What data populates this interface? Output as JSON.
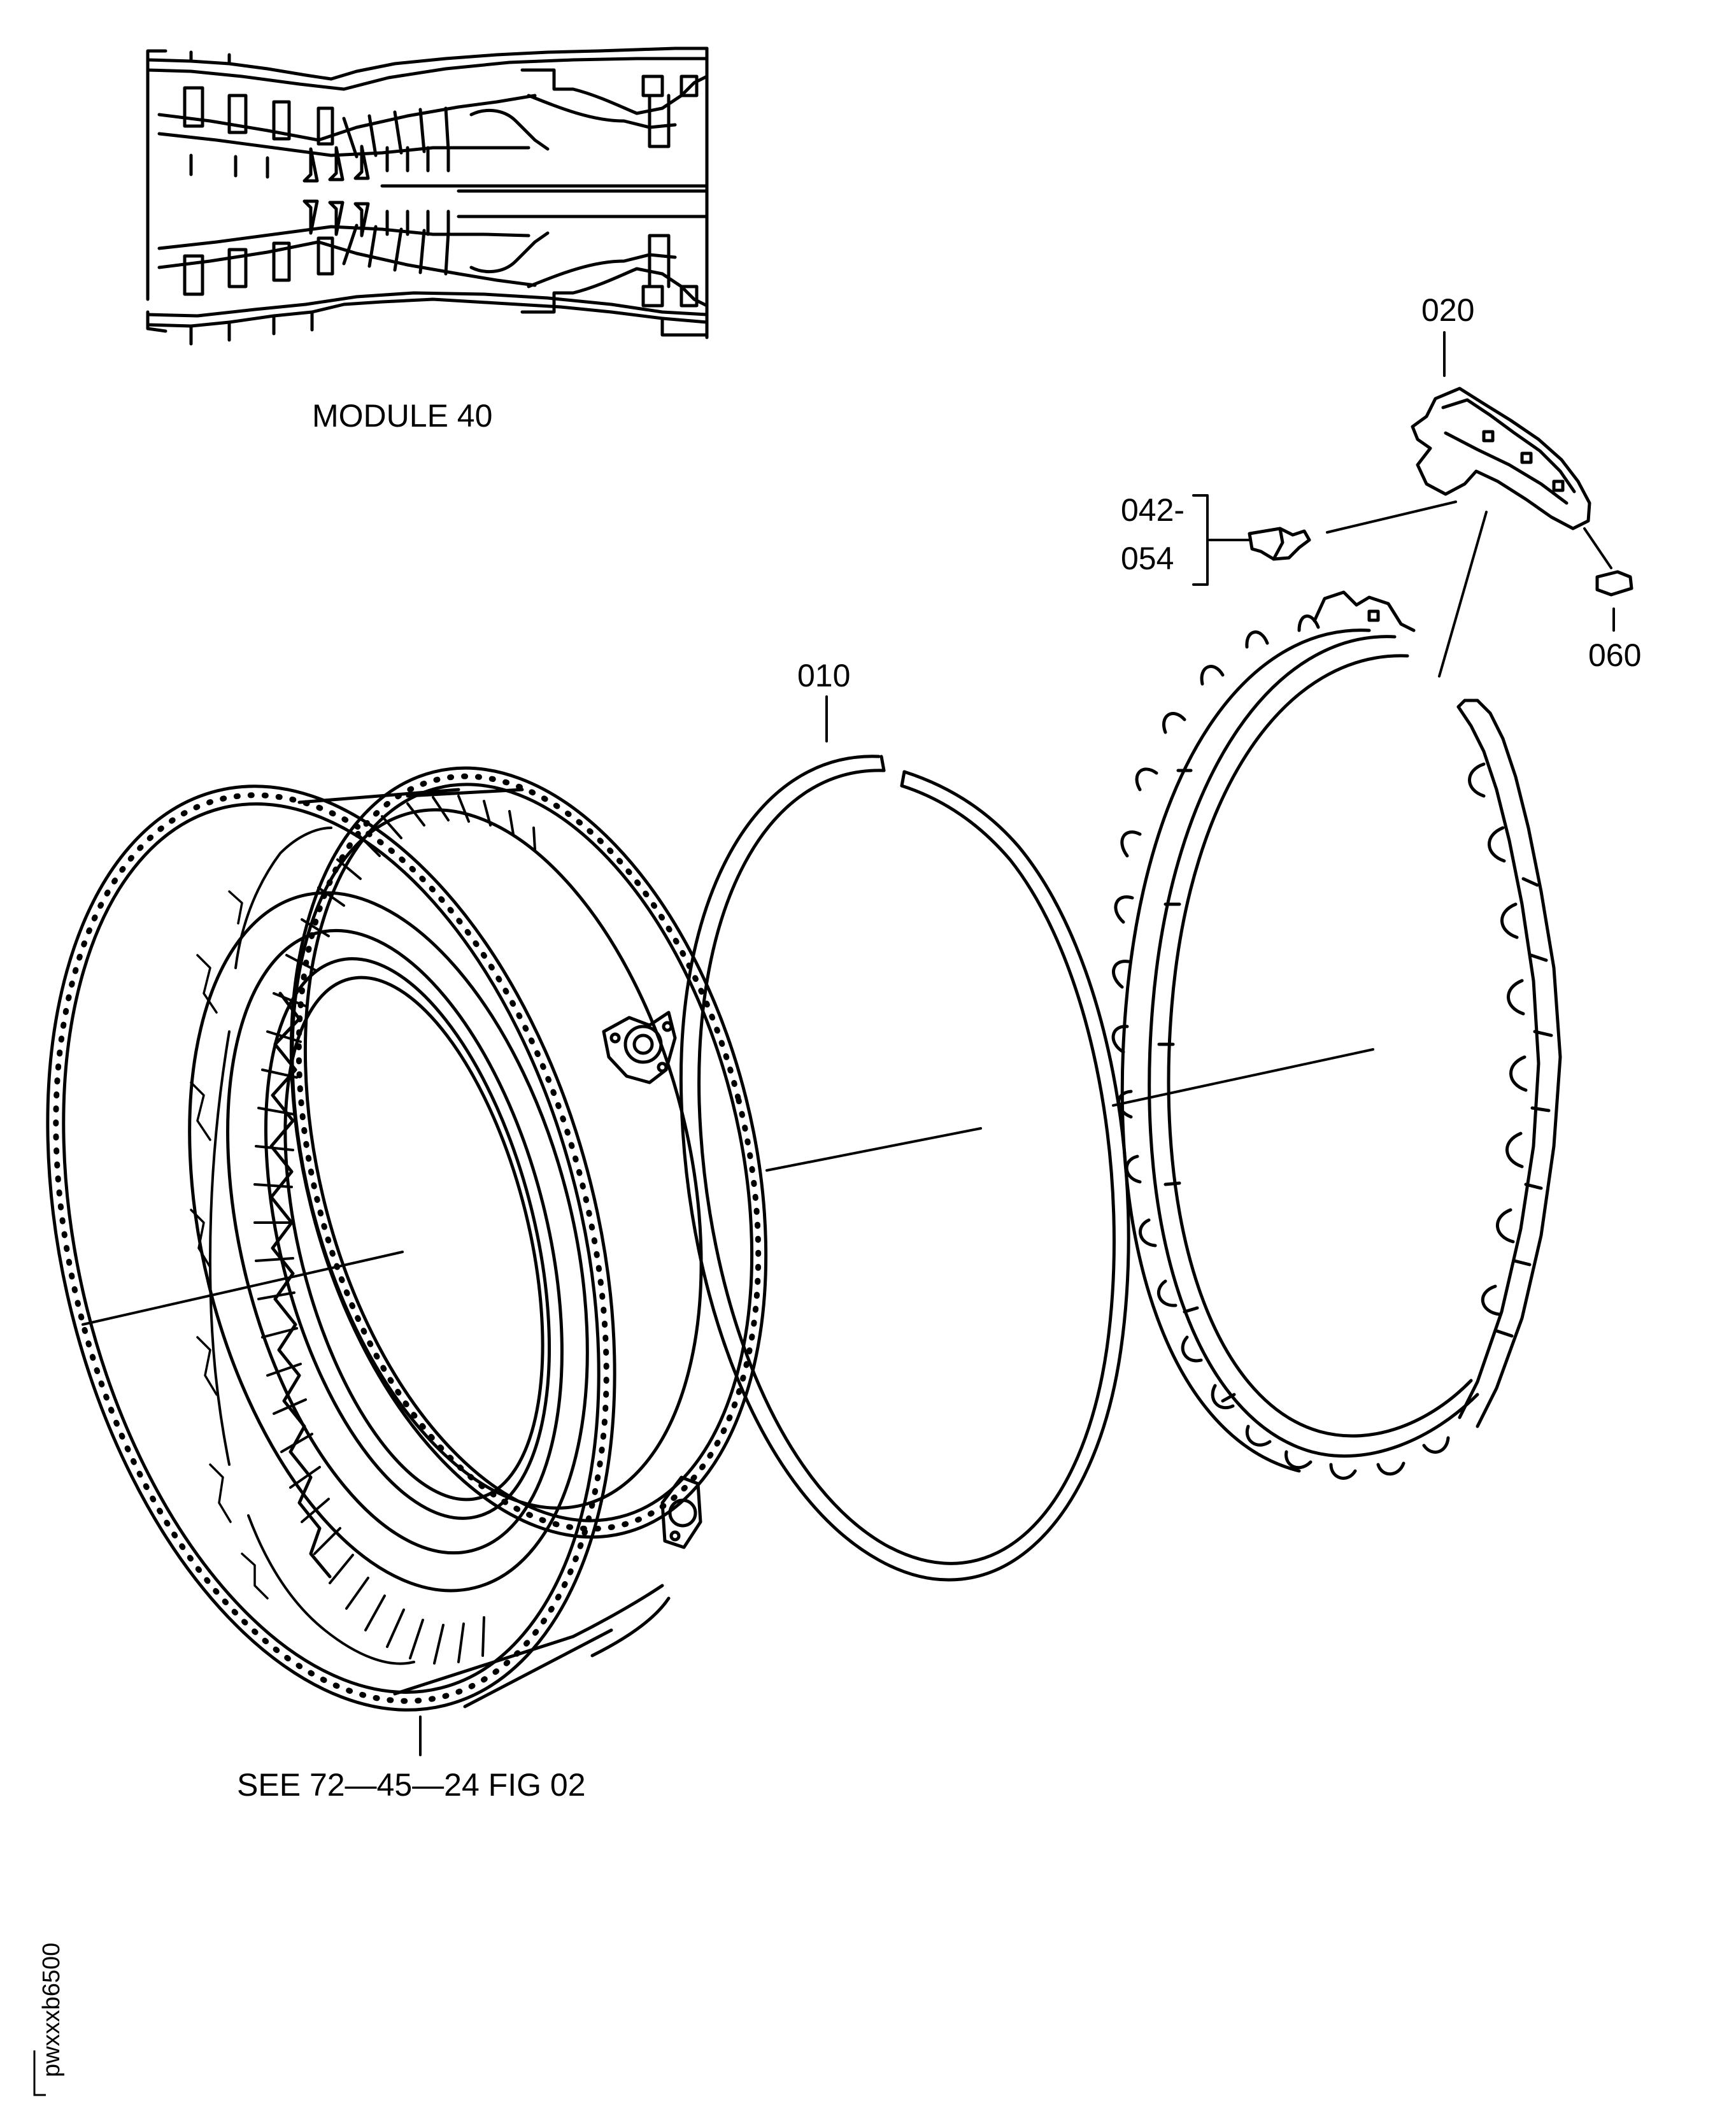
{
  "figure": {
    "module_title": "MODULE 40",
    "see_reference": "SEE 72—45—24 FIG 02",
    "drawing_id": "pwxxxb6500"
  },
  "callouts": {
    "item_010": "010",
    "item_020": "020",
    "item_042": "042-",
    "item_054": "054",
    "item_060": "060"
  }
}
